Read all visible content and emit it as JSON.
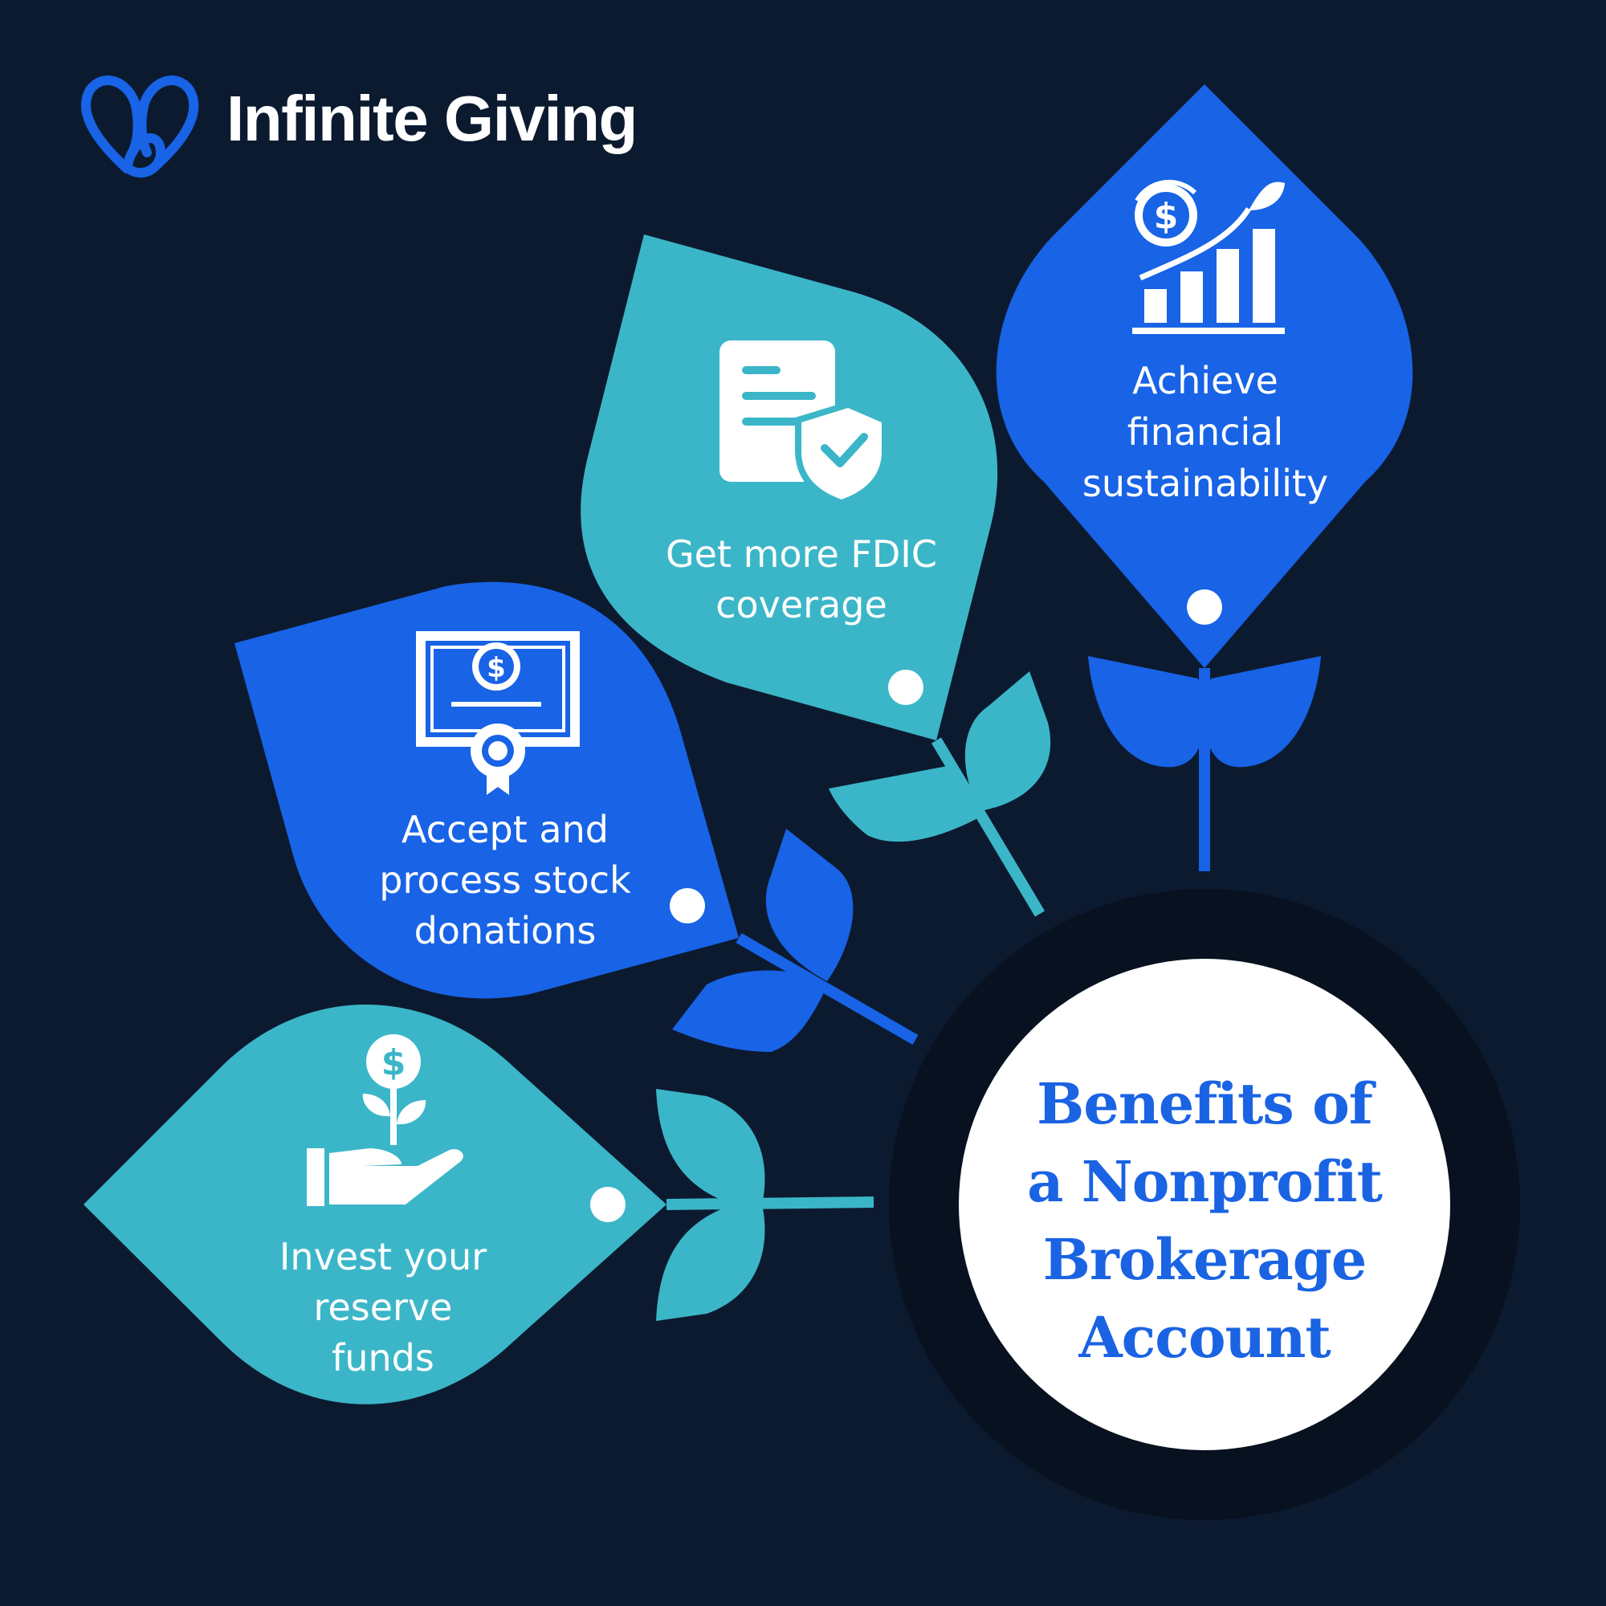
{
  "brand": {
    "name": "Infinite Giving"
  },
  "title_lines": [
    "Benefits of",
    "a Nonprofit",
    "Brokerage",
    "Account"
  ],
  "benefits": [
    {
      "lines": [
        "Achieve",
        "financial",
        "sustainability"
      ],
      "icon": "growth-chart-icon",
      "color": "#1863e6"
    },
    {
      "lines": [
        "Get more FDIC",
        "coverage"
      ],
      "icon": "document-shield-icon",
      "color": "#3bb6c8"
    },
    {
      "lines": [
        "Accept and",
        "process stock",
        "donations"
      ],
      "icon": "stock-certificate-icon",
      "color": "#1863e6"
    },
    {
      "lines": [
        "Invest your",
        "reserve",
        "funds"
      ],
      "icon": "hand-money-plant-icon",
      "color": "#3bb6c8"
    }
  ],
  "colors": {
    "background": "#0c1a30",
    "blue": "#1863e6",
    "teal": "#3bb6c8",
    "ring": "#07111f",
    "circle": "#ffffff",
    "title": "#1a63e3"
  }
}
